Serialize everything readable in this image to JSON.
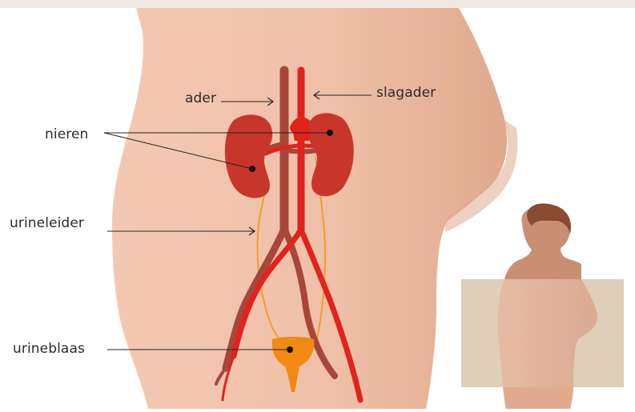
{
  "labels": {
    "vein": "ader",
    "artery": "slagader",
    "kidneys": "nieren",
    "ureter": "urineleider",
    "bladder": "urineblaas"
  },
  "colors": {
    "background_band": "#efe9e1",
    "skin": "#f0c0a8",
    "skin_shade": "#e2ab8f",
    "kidney": "#c8362b",
    "artery": "#e0231d",
    "vein": "#a8463a",
    "ureter": "#f39a1c",
    "bladder": "#f08a12",
    "inset_box": "#d9c6ab",
    "leader_line": "#222222"
  },
  "icons": [
    "torso-illustration",
    "kidney-icon",
    "bladder-icon",
    "locator-figure-icon"
  ]
}
